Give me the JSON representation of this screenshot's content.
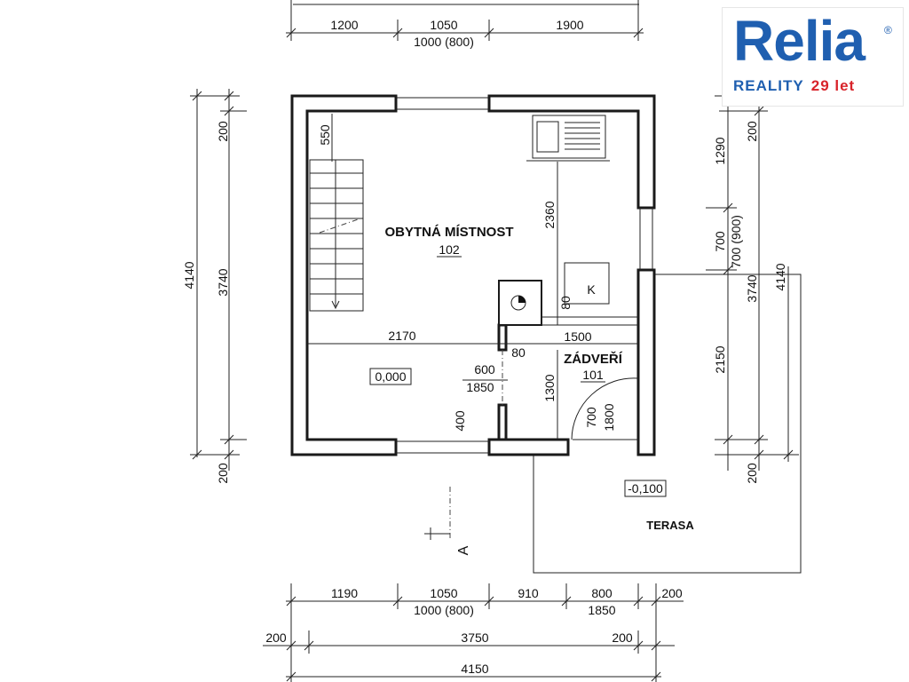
{
  "logo": {
    "brand": "Relia",
    "registered": "®",
    "subtitle_a": "REALITY",
    "subtitle_b": "29 let",
    "brand_color": "#1f5fb0",
    "accent_color": "#d8232a"
  },
  "rooms": {
    "living_name": "OBYTNÁ MÍSTNOST",
    "living_num": "102",
    "entry_name": "ZÁDVEŘÍ",
    "entry_num": "101",
    "terrace_name": "TERASA"
  },
  "levels": {
    "main": "0,000",
    "terrace": "-0,100"
  },
  "kitchen_label": "K",
  "section_mark": "A",
  "top_dims": {
    "d1": "1200",
    "d2": "1050",
    "d2_sub": "1000 (800)",
    "d3": "1900"
  },
  "left_dims": {
    "d200_top": "200",
    "d550": "550",
    "d4140": "4140",
    "d3740": "3740",
    "d200_bottom": "200"
  },
  "right_dims": {
    "d1290": "1290",
    "d200_top": "200",
    "d700": "700",
    "d700_sub": "700 (900)",
    "d3740": "3740",
    "d4140": "4140",
    "d2150": "2150",
    "d200_bottom": "200"
  },
  "interior_dims": {
    "d2360": "2360",
    "d2170": "2170",
    "d80_a": "80",
    "d80_b": "80",
    "d1500": "1500",
    "d600": "600",
    "d1850": "1850",
    "d1300": "1300",
    "d400": "400",
    "d700": "700",
    "d1800": "1800"
  },
  "bottom_dims": {
    "d1190": "1190",
    "d1050": "1050",
    "d1050_sub": "1000 (800)",
    "d910": "910",
    "d800": "800",
    "d1850": "1850",
    "d200_right": "200",
    "d200_l2": "200",
    "d3750": "3750",
    "d200_r2": "200",
    "d4150": "4150"
  }
}
